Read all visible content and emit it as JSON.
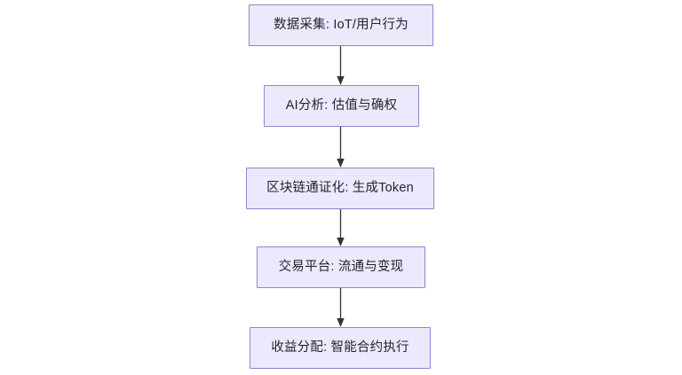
{
  "diagram": {
    "type": "flowchart",
    "direction": "top-to-bottom",
    "background_color": "#ffffff",
    "node_fill_color": "#ece9fd",
    "node_border_color": "#9a7fd0",
    "node_text_color": "#1f2330",
    "edge_color": "#333333",
    "nodes": [
      {
        "id": "n1",
        "label": "数据采集: IoT/用户行为"
      },
      {
        "id": "n2",
        "label": "AI分析: 估值与确权"
      },
      {
        "id": "n3",
        "label": "区块链通证化: 生成Token"
      },
      {
        "id": "n4",
        "label": "交易平台: 流通与变现"
      },
      {
        "id": "n5",
        "label": "收益分配: 智能合约执行"
      }
    ],
    "edges": [
      {
        "id": "e1",
        "from": "n1",
        "to": "n2",
        "label": ""
      },
      {
        "id": "e2",
        "from": "n2",
        "to": "n3",
        "label": ""
      },
      {
        "id": "e3",
        "from": "n3",
        "to": "n4",
        "label": ""
      },
      {
        "id": "e4",
        "from": "n4",
        "to": "n5",
        "label": ""
      }
    ]
  }
}
